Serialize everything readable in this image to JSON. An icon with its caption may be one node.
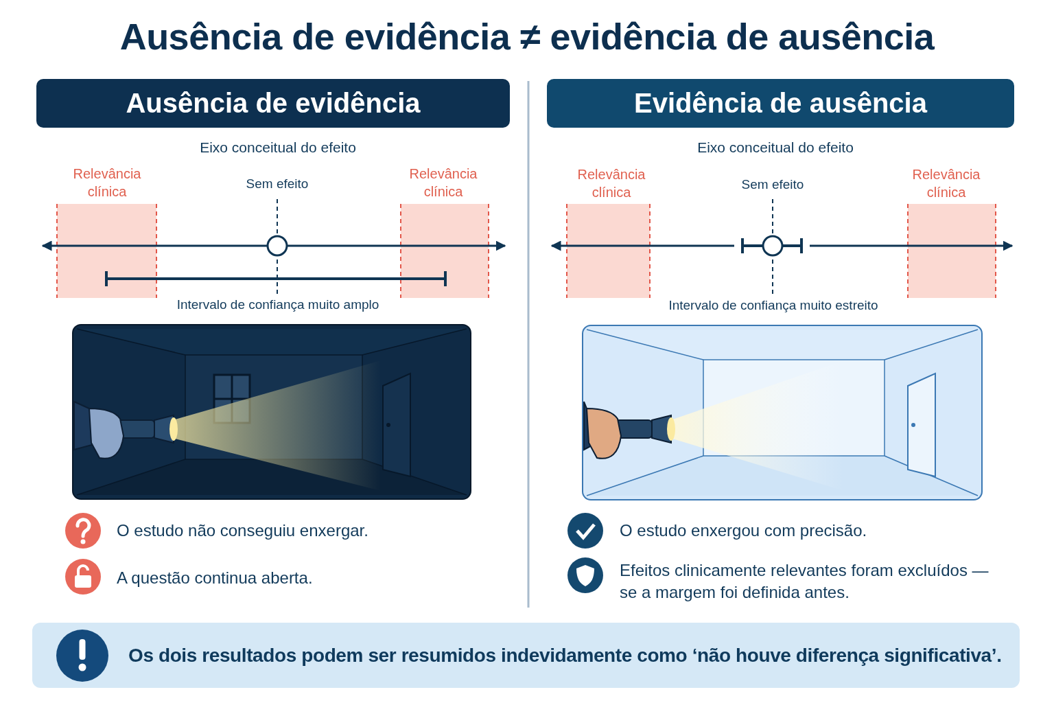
{
  "diagram": {
    "title": "Ausência de evidência ≠ evidência de ausência",
    "nodes": [
      {
        "text": [
          "Ausência de evidência"
        ]
      },
      {
        "text": [
          "Evidência de ausência"
        ]
      },
      {
        "text": [
          "Os dois resultados podem ser resumidos indevidamente como ‘não houve diferença significativa’."
        ]
      }
    ],
    "labels": [
      "Eixo conceitual do efeito",
      "Relevância clínica",
      "Relevância clínica",
      "Sem efeito",
      "Intervalo de confiança muito amplo",
      "Eixo conceitual do efeito",
      "Relevância clínica",
      "Relevância clínica",
      "Sem efeito",
      "Intervalo de confiança muito estreito",
      "O estudo não conseguiu enxergar.",
      "A questão continua aberta.",
      "O estudo enxergou com precisão.",
      "Efeitos clinicamente relevantes foram excluídos — se a margem foi definida antes."
    ]
  }
}
